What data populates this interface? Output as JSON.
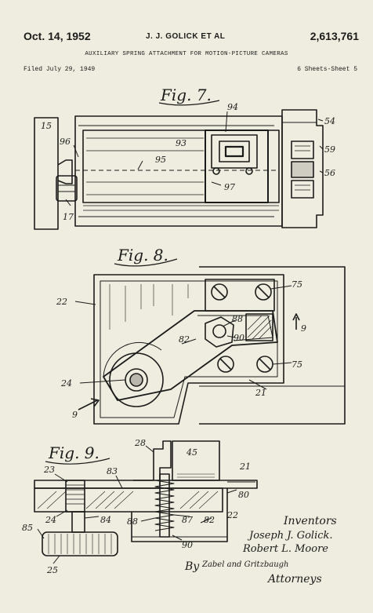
{
  "header": {
    "date": "Oct. 14, 1952",
    "inventors": "J. J. GOLICK ET AL",
    "patent_number": "2,613,761",
    "title": "AUXILIARY SPRING ATTACHMENT FOR MOTION-PICTURE CAMERAS",
    "filed": "Filed July 29, 1949",
    "sheets": "6 Sheets-Sheet 5"
  },
  "figures": {
    "fig7": {
      "label": "Fig. 7.",
      "refs": [
        "15",
        "96",
        "94",
        "93",
        "95",
        "97",
        "17",
        "54",
        "59",
        "56"
      ]
    },
    "fig8": {
      "label": "Fig. 8.",
      "refs": [
        "22",
        "75",
        "88",
        "9",
        "82",
        "90",
        "75",
        "24",
        "21",
        "9"
      ]
    },
    "fig9": {
      "label": "Fig. 9.",
      "refs": [
        "28",
        "45",
        "23",
        "83",
        "21",
        "80",
        "24",
        "84",
        "88",
        "87",
        "82",
        "22",
        "85",
        "90",
        "25"
      ]
    }
  },
  "signature": {
    "line1": "Inventors",
    "line2": "Joseph J. Golick.",
    "line3": "Robert L. Moore",
    "by": "By",
    "attorneys_firm": "Zabel and Gritzbaugh",
    "line_last": "Attorneys"
  }
}
